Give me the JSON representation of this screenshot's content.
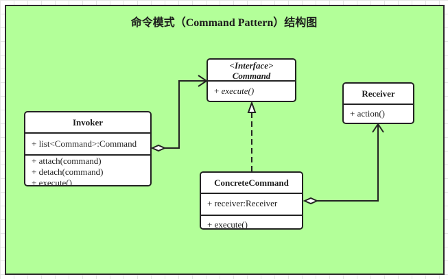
{
  "title": "命令模式（Command Pattern）结构图",
  "classes": {
    "command": {
      "stereotype": "<Interface>",
      "name": "Command",
      "methods": [
        "+ execute()"
      ]
    },
    "receiver": {
      "name": "Receiver",
      "methods": [
        "+ action()"
      ]
    },
    "invoker": {
      "name": "Invoker",
      "attributes": [
        "+ list<Command>:Command"
      ],
      "methods": [
        "+ attach(command)",
        "+ detach(command)",
        "+ execute()"
      ]
    },
    "concrete": {
      "name": "ConcreteCommand",
      "attributes": [
        "+ receiver:Receiver"
      ],
      "methods": [
        "+ execute()"
      ]
    }
  },
  "relations": [
    {
      "type": "aggregation",
      "from": "Invoker",
      "to": "Command"
    },
    {
      "type": "realization",
      "from": "ConcreteCommand",
      "to": "Command"
    },
    {
      "type": "aggregation",
      "from": "ConcreteCommand",
      "to": "Receiver"
    }
  ],
  "colors": {
    "canvas": "#b3ff99",
    "border": "#222222",
    "box": "#ffffff"
  }
}
